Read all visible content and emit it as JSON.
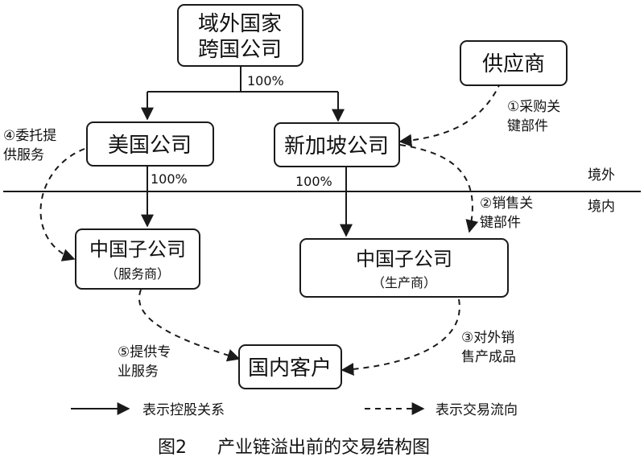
{
  "nodes": {
    "foreign_mnc": {
      "line1": "域外国家",
      "line2": "跨国公司"
    },
    "supplier": {
      "label": "供应商"
    },
    "us_company": {
      "label": "美国公司"
    },
    "singapore_company": {
      "label": "新加坡公司"
    },
    "cn_sub_service": {
      "line1": "中国子公司",
      "line2": "（服务商）"
    },
    "cn_sub_producer": {
      "line1": "中国子公司",
      "line2": "（生产商）"
    },
    "domestic_customer": {
      "label": "国内客户"
    }
  },
  "shares": {
    "mnc_to_subs": "100%",
    "us_to_cn": "100%",
    "sg_to_cn": "100%"
  },
  "border": {
    "outside": "境外",
    "inside": "境内"
  },
  "flows": {
    "f1": {
      "line1": "①采购关",
      "line2": "键部件"
    },
    "f2": {
      "line1": "②销售关",
      "line2": "键部件"
    },
    "f3": {
      "line1": "③对外销",
      "line2": "售产成品"
    },
    "f4": {
      "line1": "④委托提",
      "line2": "供服务"
    },
    "f5": {
      "line1": "⑤提供专",
      "line2": "业服务"
    }
  },
  "legend": {
    "solid": "表示控股关系",
    "dashed": "表示交易流向"
  },
  "caption": {
    "figure": "图2",
    "title": "产业链溢出前的交易结构图"
  }
}
